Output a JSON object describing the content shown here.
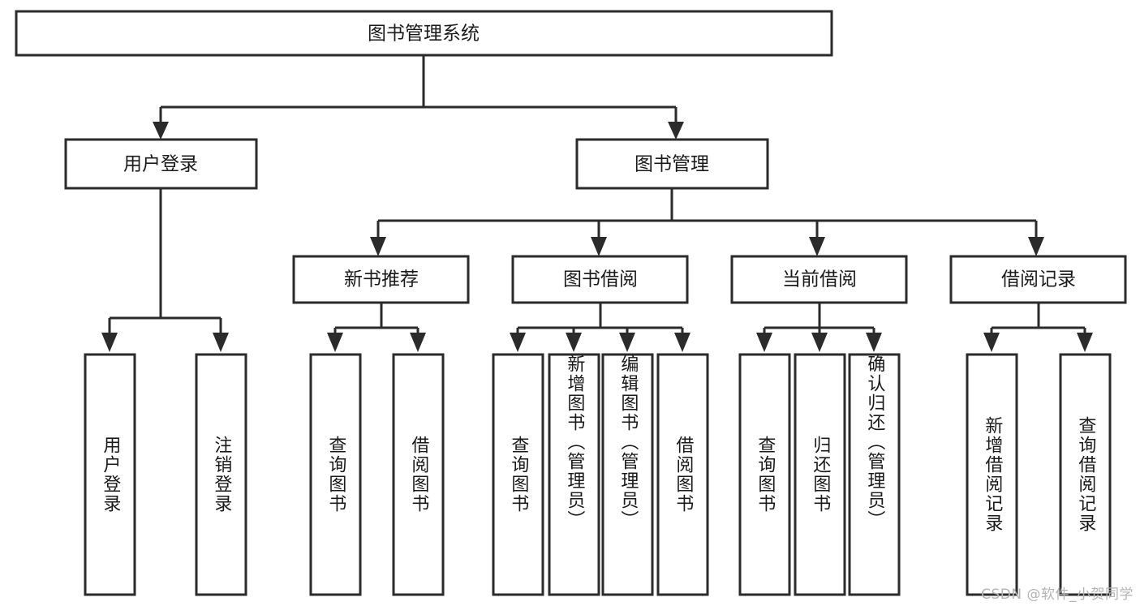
{
  "diagram": {
    "title": "图书管理系统",
    "type": "tree-hierarchy-flowchart",
    "root": {
      "label": "图书管理系统"
    },
    "level1": [
      {
        "label": "用户登录"
      },
      {
        "label": "图书管理"
      }
    ],
    "level2": [
      {
        "label": "新书推荐"
      },
      {
        "label": "图书借阅"
      },
      {
        "label": "当前借阅"
      },
      {
        "label": "借阅记录"
      }
    ],
    "leaves": {
      "user_login": [
        {
          "label": "用户登录"
        },
        {
          "label": "注销登录"
        }
      ],
      "new_book_recommend": [
        {
          "label": "查询图书"
        },
        {
          "label": "借阅图书"
        }
      ],
      "book_borrow": [
        {
          "label": "查询图书"
        },
        {
          "label": "新增图书（管理员）"
        },
        {
          "label": "编辑图书（管理员）"
        },
        {
          "label": "借阅图书"
        }
      ],
      "current_borrow": [
        {
          "label": "查询图书"
        },
        {
          "label": "归还图书"
        },
        {
          "label": "确认归还（管理员）"
        }
      ],
      "borrow_records": [
        {
          "label": "新增借阅记录"
        },
        {
          "label": "查询借阅记录"
        }
      ]
    }
  },
  "watermark": {
    "text": "CSDN @软件_小贺同学"
  },
  "colors": {
    "stroke": "#2b2b2b",
    "fill": "#ffffff",
    "text": "#1a1a1a",
    "watermark": "#b4b4b4"
  }
}
